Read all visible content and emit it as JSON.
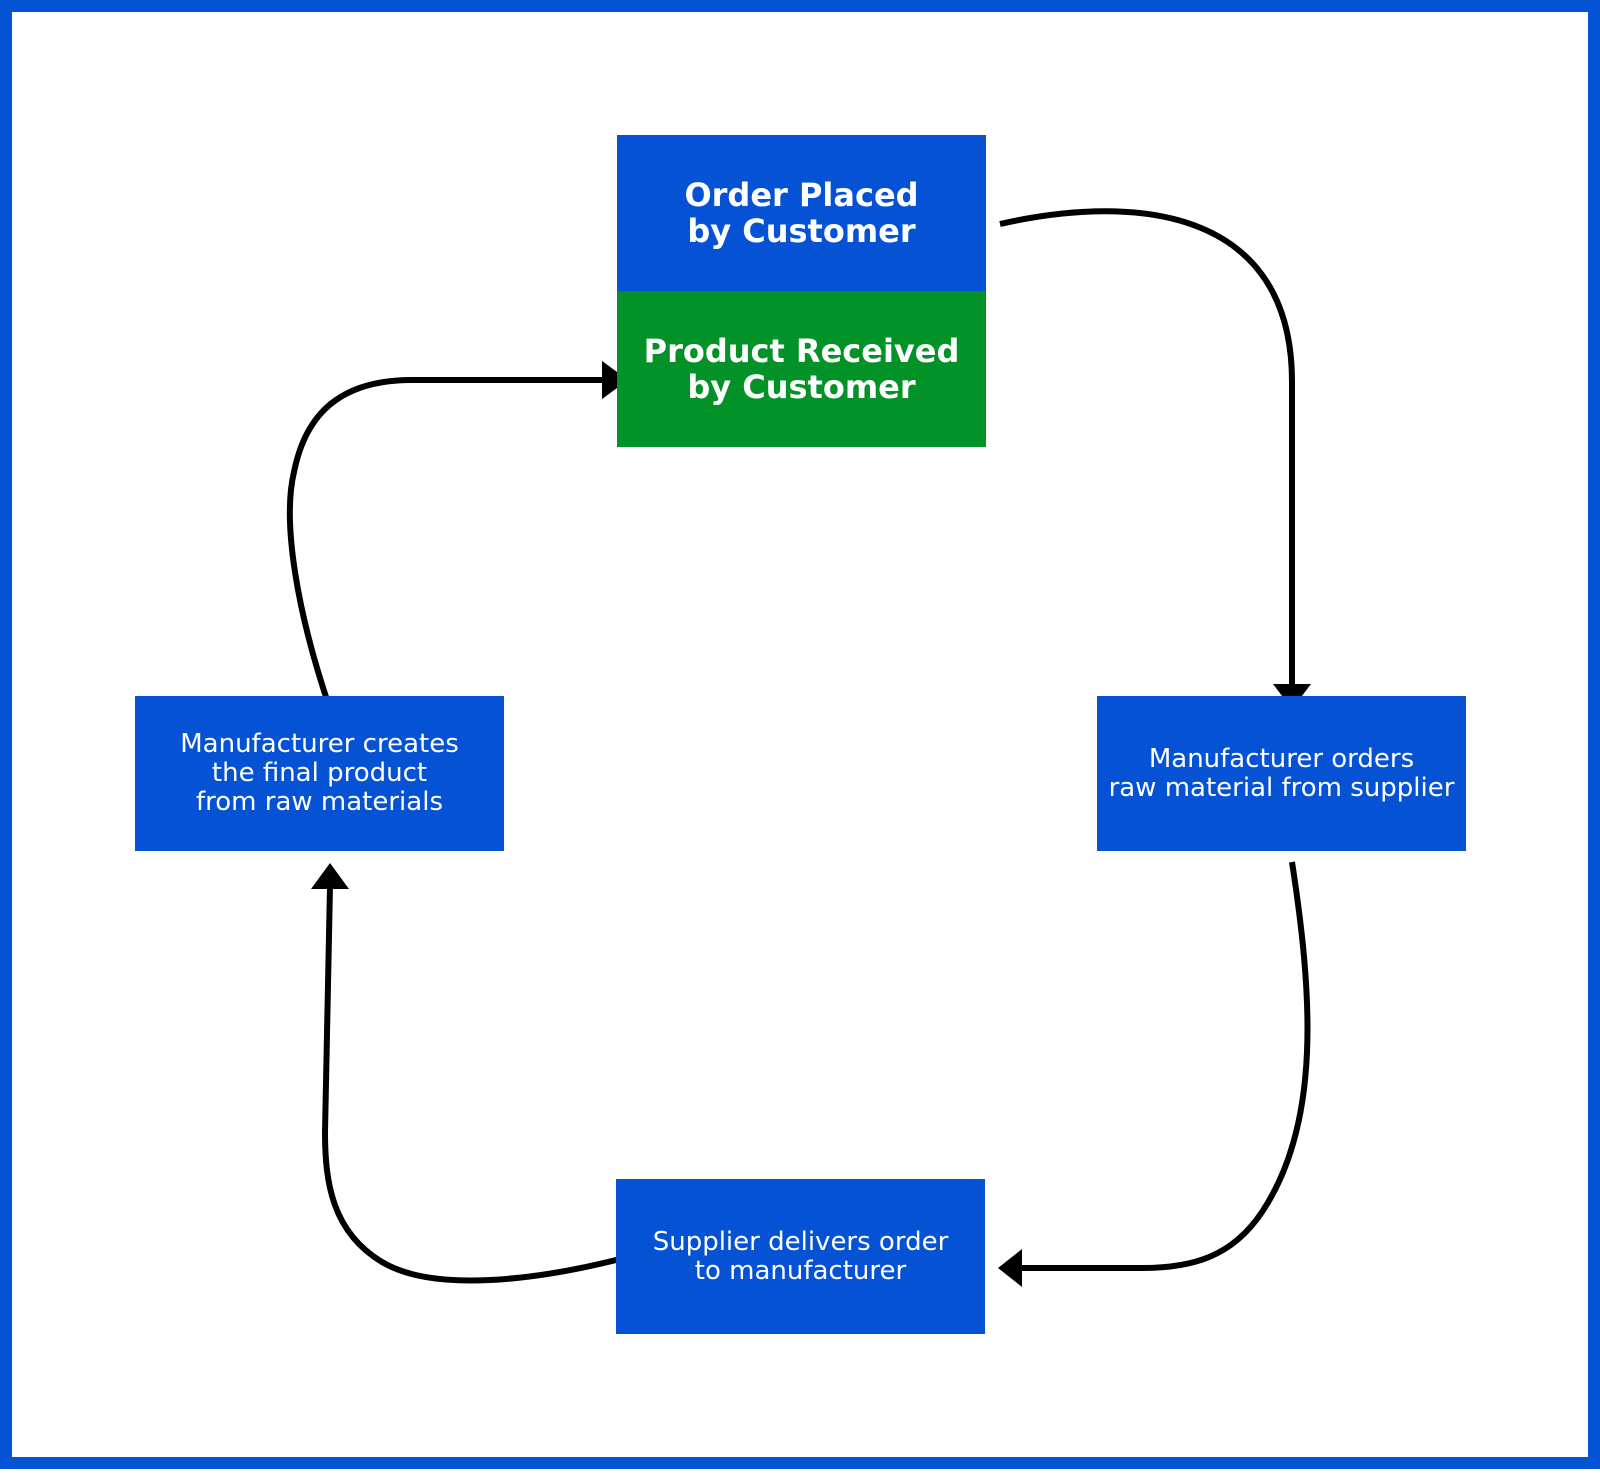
{
  "colors": {
    "frame": "#0553d4",
    "node_blue": "#0553d4",
    "node_green": "#039228",
    "arrow": "#000000",
    "text": "#ffffff"
  },
  "nodes": {
    "order_placed": {
      "line1": "Order Placed",
      "line2": "by Customer",
      "color": "#0553d4"
    },
    "product_received": {
      "line1": "Product Received",
      "line2": "by Customer",
      "color": "#039228"
    },
    "manufacturer_orders": {
      "line1": "Manufacturer orders",
      "line2": "raw material from supplier",
      "color": "#0553d4"
    },
    "supplier_delivers": {
      "line1": "Supplier delivers order",
      "line2": "to manufacturer",
      "color": "#0553d4"
    },
    "manufacturer_creates": {
      "line1": "Manufacturer creates",
      "line2": "the final product",
      "line3": "from raw materials",
      "color": "#0553d4"
    }
  },
  "edges": [
    {
      "from": "Order Placed by Customer",
      "to": "Manufacturer orders raw material from supplier"
    },
    {
      "from": "Manufacturer orders raw material from supplier",
      "to": "Supplier delivers order to manufacturer"
    },
    {
      "from": "Supplier delivers order to manufacturer",
      "to": "Manufacturer creates the final product from raw materials"
    },
    {
      "from": "Manufacturer creates the final product from raw materials",
      "to": "Product Received by Customer"
    }
  ]
}
